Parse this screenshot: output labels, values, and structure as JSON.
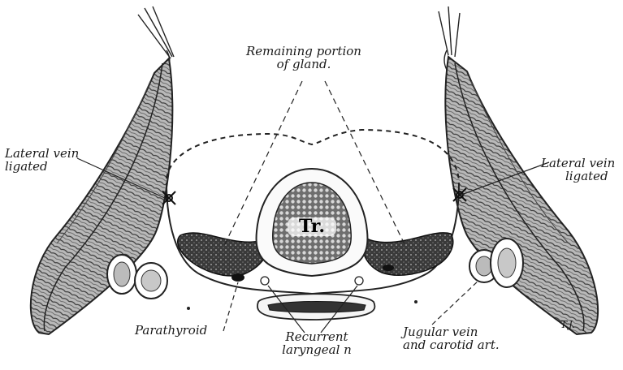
{
  "labels": {
    "remaining_line1": "Remaining portion",
    "remaining_line2": "of gland.",
    "lateral_left_line1": "Lateral vein",
    "lateral_left_line2": "ligated",
    "lateral_right_line1": "Lateral vein",
    "lateral_right_line2": "ligated",
    "trachea": "Tr.",
    "parathyroid": "Parathyroid",
    "recurrent_line1": "Recurrent",
    "recurrent_line2": "laryngeal n",
    "jugular_line1": "Jugular vein",
    "jugular_line2": "and carotid art.",
    "signature": "T.J."
  }
}
